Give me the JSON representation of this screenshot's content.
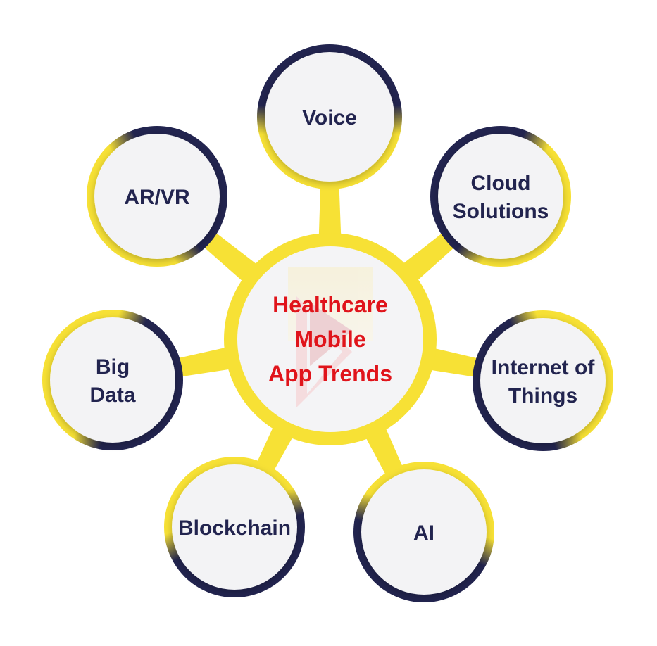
{
  "hub": {
    "lines": [
      "Healthcare",
      "Mobile",
      "App Trends"
    ],
    "text_color": "#e0141b"
  },
  "nodes": [
    {
      "id": "voice",
      "lines": [
        "Voice"
      ]
    },
    {
      "id": "cloud-solutions",
      "lines": [
        "Cloud",
        "Solutions"
      ]
    },
    {
      "id": "internet-of-things",
      "lines": [
        "Internet of",
        "Things"
      ]
    },
    {
      "id": "ai",
      "lines": [
        "AI"
      ]
    },
    {
      "id": "blockchain",
      "lines": [
        "Blockchain"
      ]
    },
    {
      "id": "big-data",
      "lines": [
        "Big",
        "Data"
      ]
    },
    {
      "id": "ar-vr",
      "lines": [
        "AR/VR"
      ]
    }
  ],
  "colors": {
    "accent_yellow": "#f7e135",
    "ring_navy": "#22244f",
    "node_fill": "#f3f3f5",
    "node_text": "#22244f"
  }
}
